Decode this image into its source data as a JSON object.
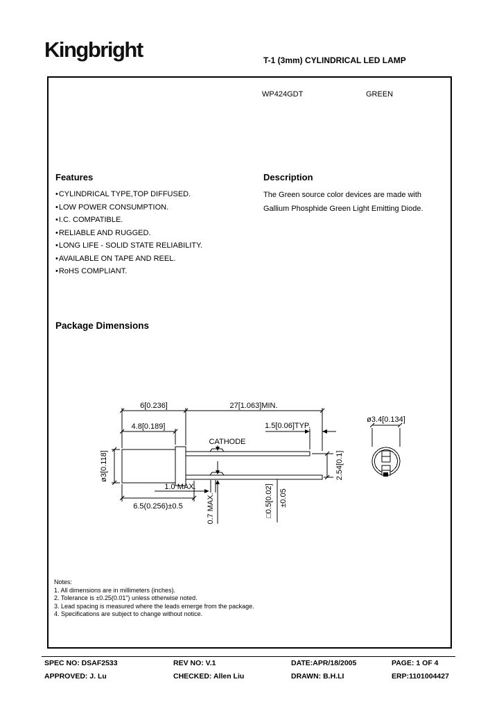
{
  "header": {
    "logo": "Kingbright",
    "doc_title": "T-1 (3mm) CYLINDRICAL LED LAMP"
  },
  "part": {
    "number": "WP424GDT",
    "color": "GREEN"
  },
  "features": {
    "title": "Features",
    "items": [
      "CYLINDRICAL TYPE,TOP DIFFUSED.",
      "LOW POWER CONSUMPTION.",
      "I.C. COMPATIBLE.",
      "RELIABLE AND RUGGED.",
      "LONG LIFE - SOLID STATE RELIABILITY.",
      "AVAILABLE ON TAPE AND REEL.",
      "RoHS COMPLIANT."
    ]
  },
  "description": {
    "title": "Description",
    "lines": [
      "The Green source color devices are made with",
      "Gallium Phosphide Green Light Emitting Diode."
    ]
  },
  "package_dimensions": {
    "title": "Package Dimensions",
    "labels": {
      "dim_6": "6[0.236]",
      "dim_27": "27[1.063]MIN.",
      "dim_4_8": "4.8[0.189]",
      "dim_1_5": "1.5[0.06]TYP.",
      "cathode": "CATHODE",
      "dia_3": "ø3[0.118]",
      "dim_1_0": "1.0  MAX.",
      "dim_6_5": "6.5(0.256)±0.5",
      "dim_0_7": "0.7  MAX.",
      "dim_sq": "□0.5[0.02]",
      "dim_tol": "±0.05",
      "dim_2_54": "2.54[0.1]",
      "dia_3_4": "ø3.4[0.134]"
    }
  },
  "notes": {
    "title": "Notes:",
    "items": [
      "1. All dimensions are in millimeters (inches).",
      "2. Tolerance is ±0.25(0.01\") unless otherwise noted.",
      "3. Lead spacing is measured where the leads emerge from the package.",
      "4. Specifications are subject to change without notice."
    ]
  },
  "footer": {
    "spec_no": "SPEC NO: DSAF2533",
    "rev_no": "REV NO: V.1",
    "date": "DATE:APR/18/2005",
    "page": "PAGE:  1 OF 4",
    "approved": "APPROVED: J. Lu",
    "checked": "CHECKED: Allen Liu",
    "drawn": "DRAWN: B.H.LI",
    "erp": "ERP:1101004427"
  }
}
